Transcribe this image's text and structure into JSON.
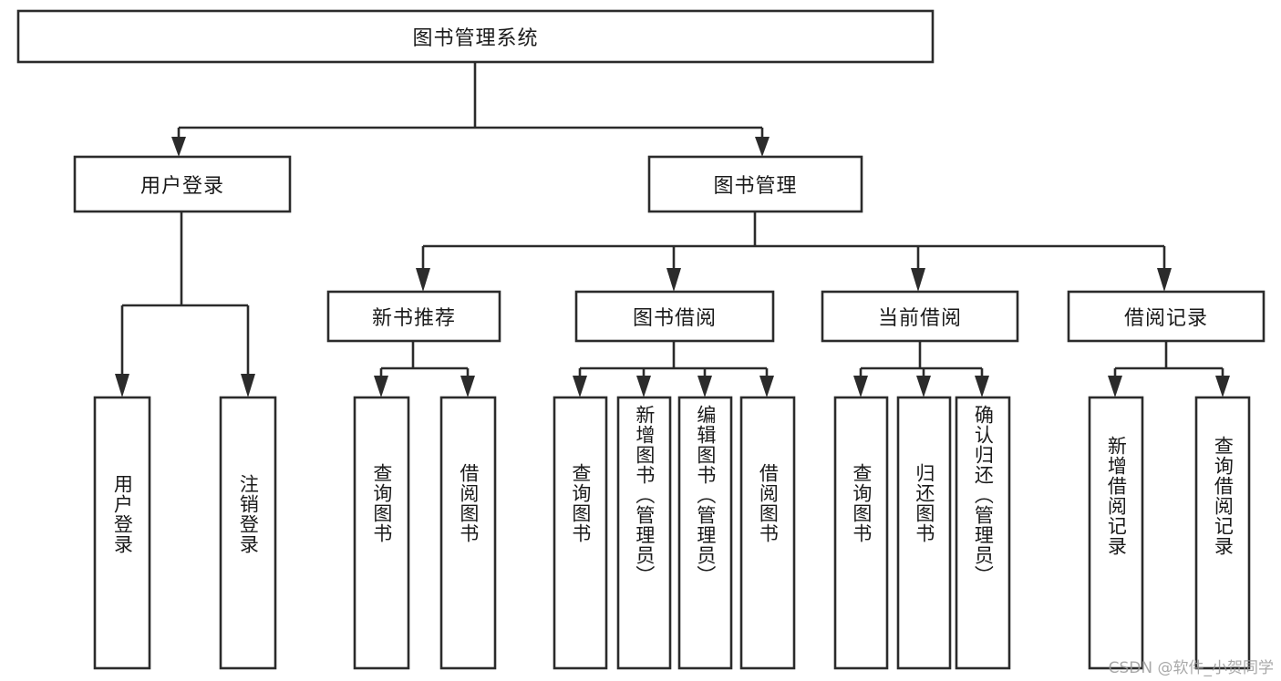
{
  "diagram": {
    "type": "tree-flowchart",
    "title": "图书管理系统",
    "orientation": "top-down",
    "colors": {
      "box_stroke": "#2b2b2b",
      "box_fill": "#ffffff",
      "text": "#1a1a1a",
      "background": "#ffffff",
      "watermark": "#9a9a9a"
    }
  },
  "root": {
    "label": "图书管理系统"
  },
  "level2": [
    {
      "id": "user-login",
      "label": "用户登录"
    },
    {
      "id": "book-manage",
      "label": "图书管理"
    }
  ],
  "level3": [
    {
      "id": "new-book-recommend",
      "label": "新书推荐",
      "parent": "book-manage"
    },
    {
      "id": "book-borrow",
      "label": "图书借阅",
      "parent": "book-manage"
    },
    {
      "id": "current-borrow",
      "label": "当前借阅",
      "parent": "book-manage"
    },
    {
      "id": "borrow-record",
      "label": "借阅记录",
      "parent": "book-manage"
    }
  ],
  "leaves": {
    "user_login": [
      {
        "id": "leaf-user-login",
        "label": "用户登录"
      },
      {
        "id": "leaf-logout",
        "label": "注销登录"
      }
    ],
    "new_book_recommend": [
      {
        "id": "leaf-query-book-1",
        "label": "查询图书"
      },
      {
        "id": "leaf-borrow-book-1",
        "label": "借阅图书"
      }
    ],
    "book_borrow": [
      {
        "id": "leaf-query-book-2",
        "label": "查询图书"
      },
      {
        "id": "leaf-add-book",
        "label": "新增图书（管理员）"
      },
      {
        "id": "leaf-edit-book",
        "label": "编辑图书（管理员）"
      },
      {
        "id": "leaf-borrow-book-2",
        "label": "借阅图书"
      }
    ],
    "current_borrow": [
      {
        "id": "leaf-query-book-3",
        "label": "查询图书"
      },
      {
        "id": "leaf-return-book",
        "label": "归还图书"
      },
      {
        "id": "leaf-confirm-return",
        "label": "确认归还（管理员）"
      }
    ],
    "borrow_record": [
      {
        "id": "leaf-add-record",
        "label": "新增借阅记录"
      },
      {
        "id": "leaf-query-record",
        "label": "查询借阅记录"
      }
    ]
  },
  "watermark": {
    "text": "CSDN @软件_小贺同学"
  }
}
